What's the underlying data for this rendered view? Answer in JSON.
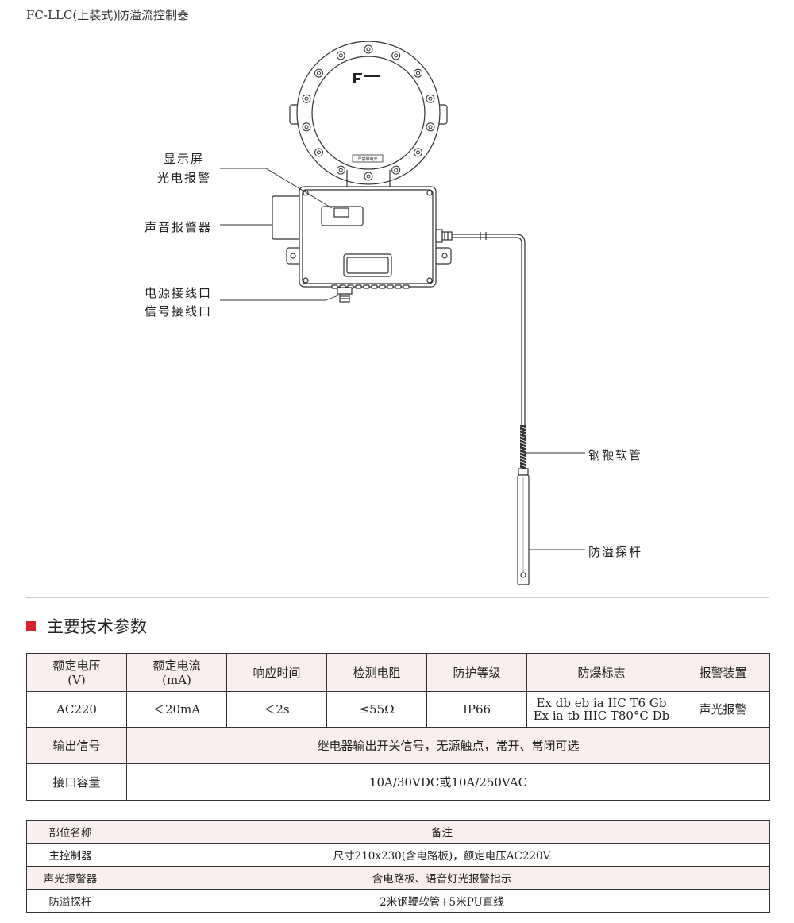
{
  "page_title": "FC-LLC(上装式)防溢流控制器",
  "diagram": {
    "labels": {
      "display_screen": "显示屏",
      "photo_alarm": "光电报警",
      "sound_alarm": "声音报警器",
      "power_port": "电源接线口",
      "signal_port": "信号接线口",
      "steel_hose": "钢鞭软管",
      "probe_rod": "防溢探杆"
    },
    "nameplate_text": "严禁带电开"
  },
  "section": {
    "title": "主要技术参数",
    "accent_color": "#d7222a"
  },
  "spec_table": {
    "headers": [
      {
        "l1": "额定电压",
        "l2": "(V)"
      },
      {
        "l1": "额定电流",
        "l2": "(mA)"
      },
      {
        "l1": "响应时间",
        "l2": ""
      },
      {
        "l1": "检测电阻",
        "l2": ""
      },
      {
        "l1": "防护等级",
        "l2": ""
      },
      {
        "l1": "防爆标志",
        "l2": ""
      },
      {
        "l1": "报警装置",
        "l2": ""
      }
    ],
    "values": [
      {
        "l1": "AC220",
        "l2": ""
      },
      {
        "l1": "＜20mA",
        "l2": ""
      },
      {
        "l1": "＜2s",
        "l2": ""
      },
      {
        "l1": "≤55Ω",
        "l2": ""
      },
      {
        "l1": "IP66",
        "l2": ""
      },
      {
        "l1": "Ex db eb ia IIC T6 Gb",
        "l2": "Ex ia tb IIIC T80°C Db"
      },
      {
        "l1": "声光报警",
        "l2": ""
      }
    ],
    "output_signal": {
      "label": "输出信号",
      "value": "继电器输出开关信号，无源触点，常开、常闭可选"
    },
    "interface_capacity": {
      "label": "接口容量",
      "value": "10A/30VDC或10A/250VAC"
    }
  },
  "parts_table": {
    "header": {
      "name": "部位名称",
      "note": "备注"
    },
    "rows": [
      {
        "name": "主控制器",
        "note": "尺寸210x230(含电路板)，额定电压AC220V"
      },
      {
        "name": "声光报警器",
        "note": "含电路板、语音灯光报警指示"
      },
      {
        "name": "防溢探杆",
        "note": "2米钢鞭软管+5米PU直线"
      }
    ]
  }
}
